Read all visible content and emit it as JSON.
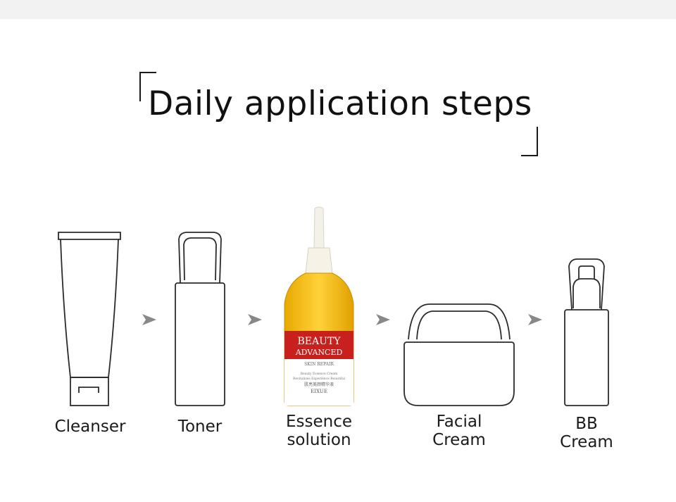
{
  "title": "Daily application steps",
  "colors": {
    "outline": "#2b2b2b",
    "essence_liquid": "#f5b800",
    "label_red": "#c8201c",
    "arrow": "#888888"
  },
  "steps": [
    {
      "icon": "tube-icon",
      "label": "Cleanser"
    },
    {
      "icon": "bottle-icon",
      "label": "Toner"
    },
    {
      "icon": "essence-bottle-image",
      "label_line1": "Essence",
      "label_line2": "solution",
      "bottle_text": {
        "brand1": "BEAUTY",
        "brand2": "ADVANCED",
        "sub": "SKIN REPAIR",
        "small1": "Beauty Essence Cream",
        "small2": "Revitalizes Experience Beautiful",
        "small3": "肌亮美颜精华液",
        "maker": "EIXUE"
      }
    },
    {
      "icon": "jar-icon",
      "label_line1": "Facial",
      "label_line2": "Cream"
    },
    {
      "icon": "pump-bottle-icon",
      "label_line1": "BB",
      "label_line2": "Cream"
    }
  ]
}
